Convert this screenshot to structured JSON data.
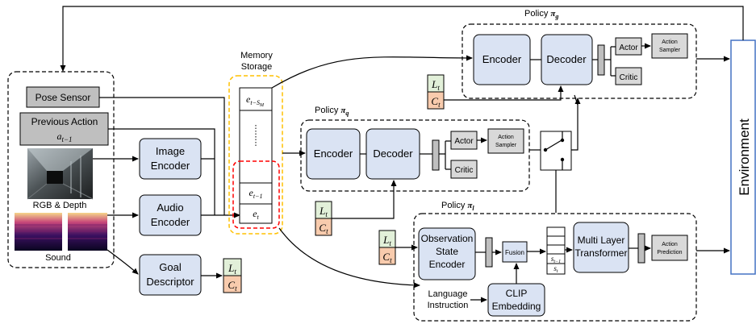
{
  "environment": {
    "label": "Environment"
  },
  "inputs": {
    "pose_sensor": "Pose Sensor",
    "previous_action": {
      "line1": "Previous Action",
      "symbol": "a",
      "subscript": "t−1"
    },
    "rgb_depth_label": "RGB & Depth",
    "sound_label": "Sound"
  },
  "encoders": {
    "image": {
      "line1": "Image",
      "line2": "Encoder"
    },
    "audio": {
      "line1": "Audio",
      "line2": "Encoder"
    },
    "goal": {
      "line1": "Goal",
      "line2": "Descriptor"
    }
  },
  "memory": {
    "title_line1": "Memory",
    "title_line2": "Storage",
    "cells": [
      {
        "symbol": "e",
        "subscript": "t−S",
        "subsub": "M"
      },
      {
        "symbol": "e",
        "subscript": "t−1"
      },
      {
        "symbol": "e",
        "subscript": "t"
      }
    ]
  },
  "goal_tokens": {
    "l": {
      "symbol": "L",
      "subscript": "t"
    },
    "c": {
      "symbol": "C",
      "subscript": "t"
    }
  },
  "policy_g": {
    "title": "Policy",
    "symbol": "π",
    "subscript": "g",
    "encoder": "Encoder",
    "decoder": "Decoder",
    "actor": "Actor",
    "critic": "Critic",
    "sampler_line1": "Action",
    "sampler_line2": "Sampler"
  },
  "policy_q": {
    "title": "Policy",
    "symbol": "π",
    "subscript": "q",
    "encoder": "Encoder",
    "decoder": "Decoder",
    "actor": "Actor",
    "critic": "Critic",
    "sampler_line1": "Action",
    "sampler_line2": "Sampler"
  },
  "policy_l": {
    "title": "Policy",
    "symbol": "π",
    "subscript": "l",
    "obs_encoder": [
      "Observation",
      "State",
      "Encoder"
    ],
    "fusion": "Fusion",
    "seq_cells": [
      {
        "symbol": "s",
        "subscript": "t−1"
      },
      {
        "symbol": "s",
        "subscript": "t"
      }
    ],
    "transformer": [
      "Multi Layer",
      "Transformer"
    ],
    "action_prediction": [
      "Action",
      "Prediction"
    ],
    "clip": [
      "CLIP",
      "Embedding"
    ],
    "language": [
      "Language",
      "Instruction"
    ]
  },
  "colors": {
    "box_blue": "#dae3f3",
    "box_grey": "#bfbfbf",
    "token_green": "#e2f0d9",
    "token_orange": "#f8cbad",
    "memory_outer": "#ffc000",
    "memory_inner": "#ff0000",
    "env_border": "#4472c4"
  }
}
